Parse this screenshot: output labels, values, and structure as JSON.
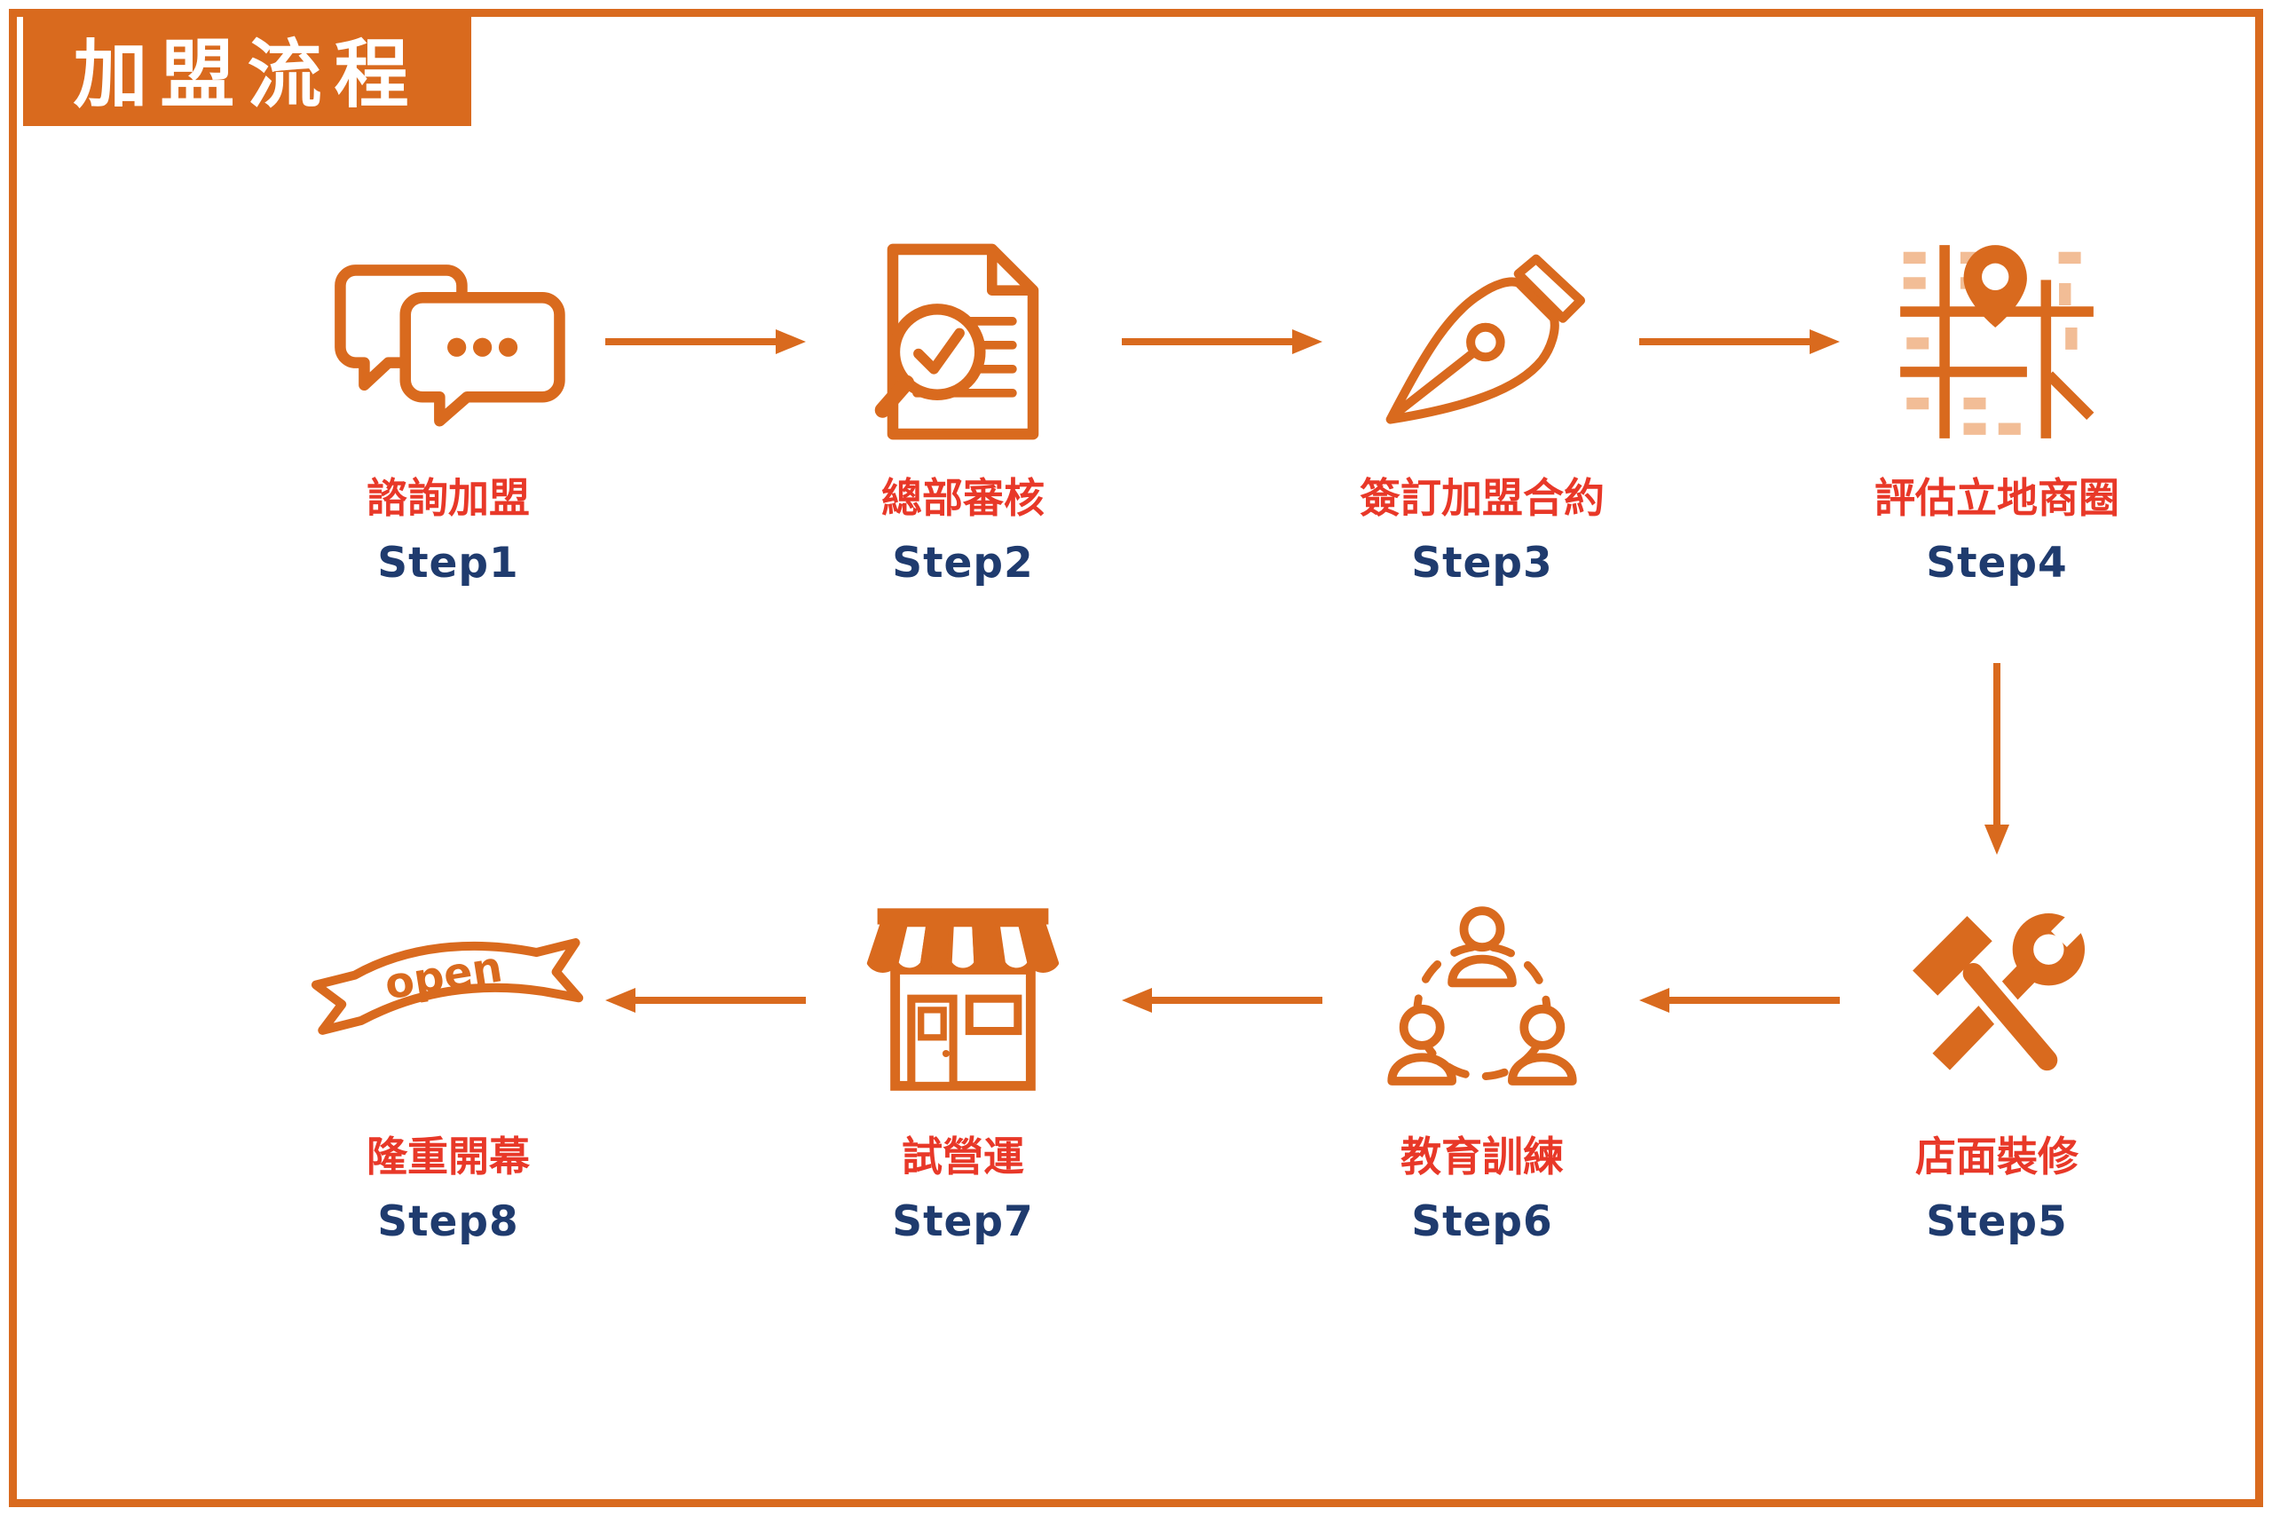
{
  "title": "加盟流程",
  "colors": {
    "orange": "#D96A1E",
    "light_orange": "#F2BD96",
    "red": "#E83828",
    "navy": "#1F3B6E"
  },
  "steps": [
    {
      "label": "諮詢加盟",
      "step": "Step1",
      "icon": "chat-bubbles-icon"
    },
    {
      "label": "總部審核",
      "step": "Step2",
      "icon": "document-review-icon"
    },
    {
      "label": "簽訂加盟合約",
      "step": "Step3",
      "icon": "pen-nib-icon"
    },
    {
      "label": "評估立地商圈",
      "step": "Step4",
      "icon": "map-location-icon"
    },
    {
      "label": "店面裝修",
      "step": "Step5",
      "icon": "tools-icon"
    },
    {
      "label": "教育訓練",
      "step": "Step6",
      "icon": "training-group-icon"
    },
    {
      "label": "試營運",
      "step": "Step7",
      "icon": "storefront-icon"
    },
    {
      "label": "隆重開幕",
      "step": "Step8",
      "icon": "open-banner-icon",
      "banner_text": "open"
    }
  ]
}
